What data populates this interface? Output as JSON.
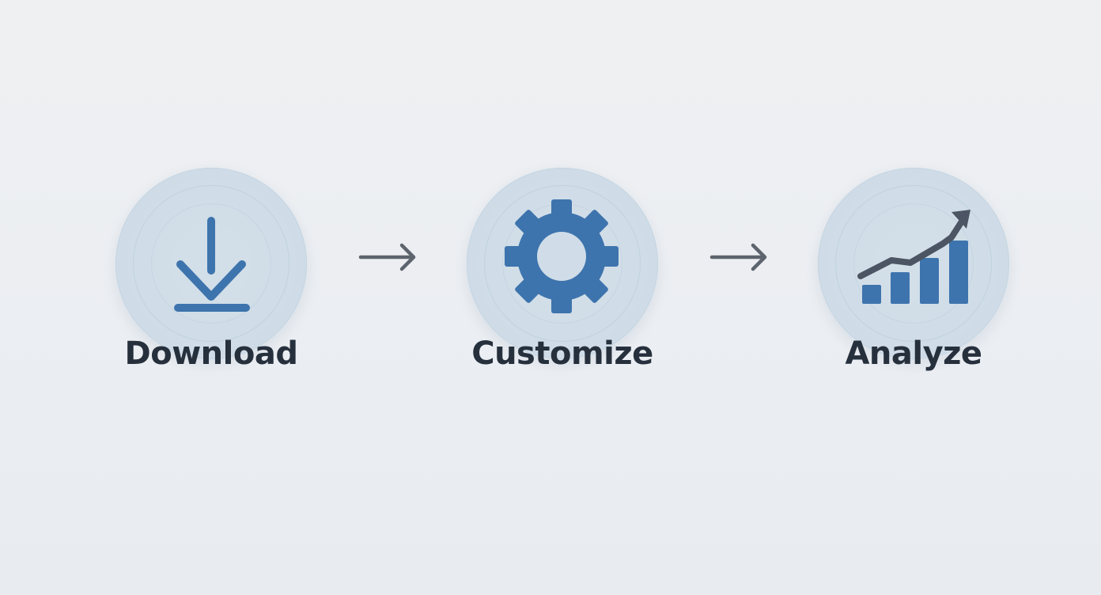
{
  "steps": [
    {
      "label": "Download",
      "icon": "download-icon"
    },
    {
      "label": "Customize",
      "icon": "gear-icon"
    },
    {
      "label": "Analyze",
      "icon": "growth-chart-icon"
    }
  ],
  "connectors": [
    {
      "icon": "arrow-right-icon"
    },
    {
      "icon": "arrow-right-icon"
    }
  ],
  "colors": {
    "background": "#eef0f3",
    "circle": "#d0dde8",
    "icon_blue": "#3e74ad",
    "arrow_gray": "#5d646d",
    "label_text": "#26303d"
  }
}
